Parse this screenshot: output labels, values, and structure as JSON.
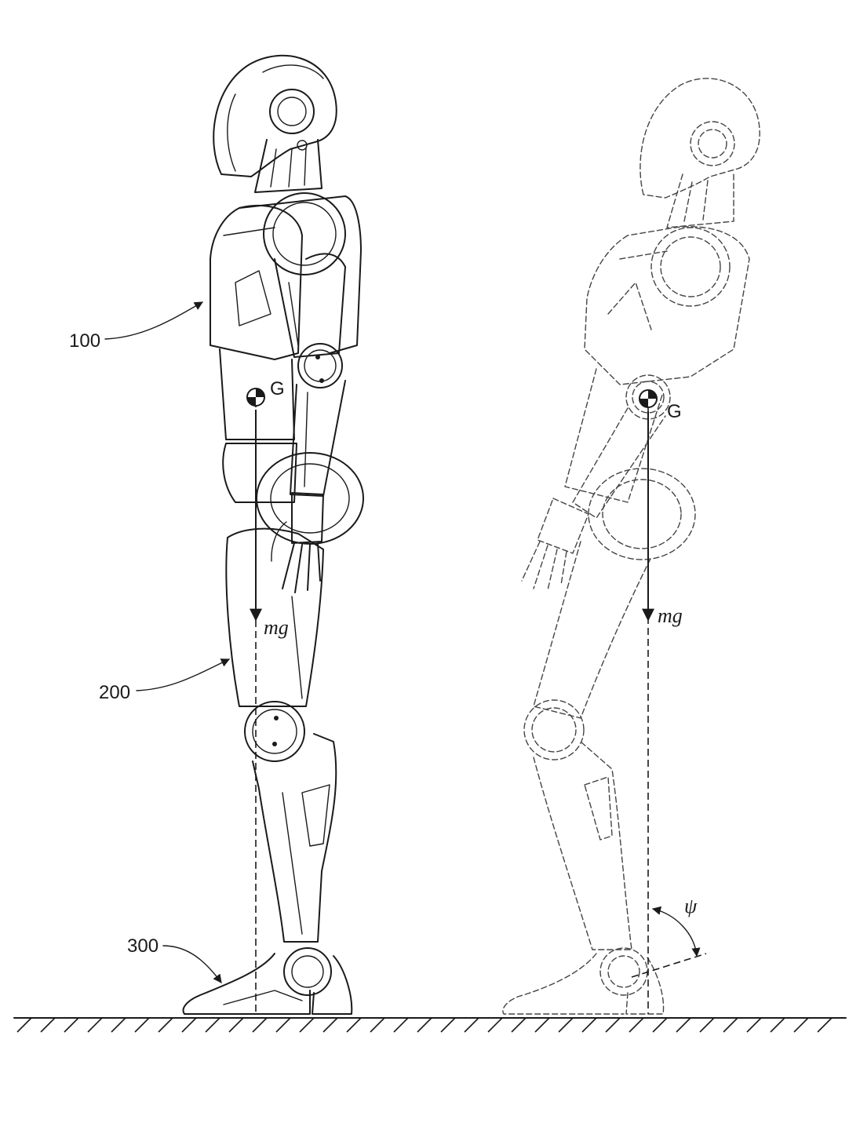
{
  "labels": {
    "ref_body": "100",
    "ref_leg": "200",
    "ref_foot": "300",
    "com_left": "G",
    "com_right": "G",
    "force_left": "mg",
    "force_right": "mg",
    "angle": "ψ"
  },
  "colors": {
    "line": "#1a1a1a",
    "background": "#ffffff"
  }
}
